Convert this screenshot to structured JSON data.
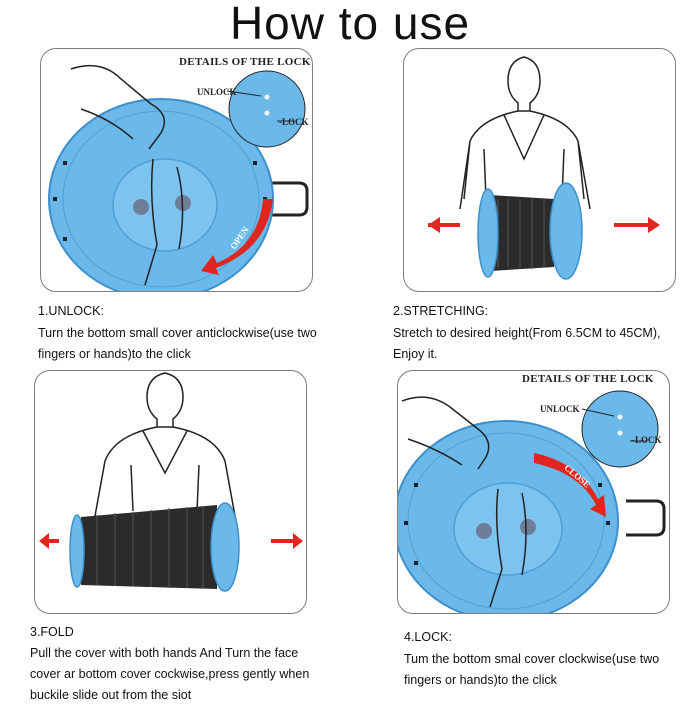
{
  "page": {
    "title": "How to use"
  },
  "steps": [
    {
      "heading": "1.UNLOCK:",
      "description": "Turn the bottom small cover anticlockwise(use two fingers or hands)to the click",
      "detail_title": "DETAILS OF THE LOCK",
      "unlock_label": "UNLOCK",
      "lock_label": "-LOCK",
      "arrow_word": "OPEN"
    },
    {
      "heading": "2.STRETCHING:",
      "description": "Stretch to desired height(From 6.5CM to 45CM), Enjoy it."
    },
    {
      "heading": "3.FOLD",
      "description": "Pull the cover with both hands And Turn the face cover ar bottom cover cockwise,press gently when buckile slide out from the siot"
    },
    {
      "heading": "4.LOCK:",
      "description": "Tum the bottom smal cover clockwise(use two fingers or hands)to the click",
      "detail_title": "DETAILS OF THE LOCK",
      "unlock_label": "UNLOCK",
      "lock_label": "-LOCK",
      "arrow_word": "CLOSE"
    }
  ],
  "colors": {
    "stool_blue": "#6bb9ea",
    "stool_blue_dark": "#3d8fcb",
    "arrow_red": "#e0261f",
    "body_dark": "#2b2b2b"
  }
}
